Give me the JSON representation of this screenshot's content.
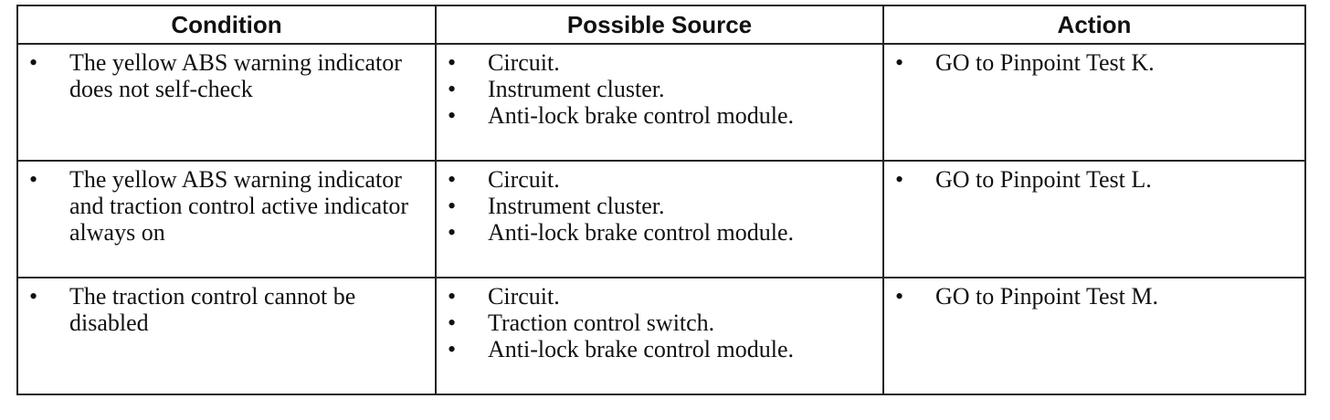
{
  "table": {
    "headers": {
      "condition": "Condition",
      "source": "Possible Source",
      "action": "Action"
    },
    "bullet": "•",
    "rows": [
      {
        "condition": "The yellow ABS warning indicator does not self-check",
        "sources": [
          "Circuit.",
          "Instrument cluster.",
          "Anti-lock brake control module."
        ],
        "action": "GO to Pinpoint Test K."
      },
      {
        "condition": "The yellow ABS warning indicator and traction control active indicator always on",
        "sources": [
          "Circuit.",
          "Instrument cluster.",
          "Anti-lock brake control module."
        ],
        "action": "GO to Pinpoint Test L."
      },
      {
        "condition": "The traction control cannot be disabled",
        "sources": [
          "Circuit.",
          "Traction control switch.",
          "Anti-lock brake control module."
        ],
        "action": "GO to Pinpoint Test M."
      }
    ]
  }
}
